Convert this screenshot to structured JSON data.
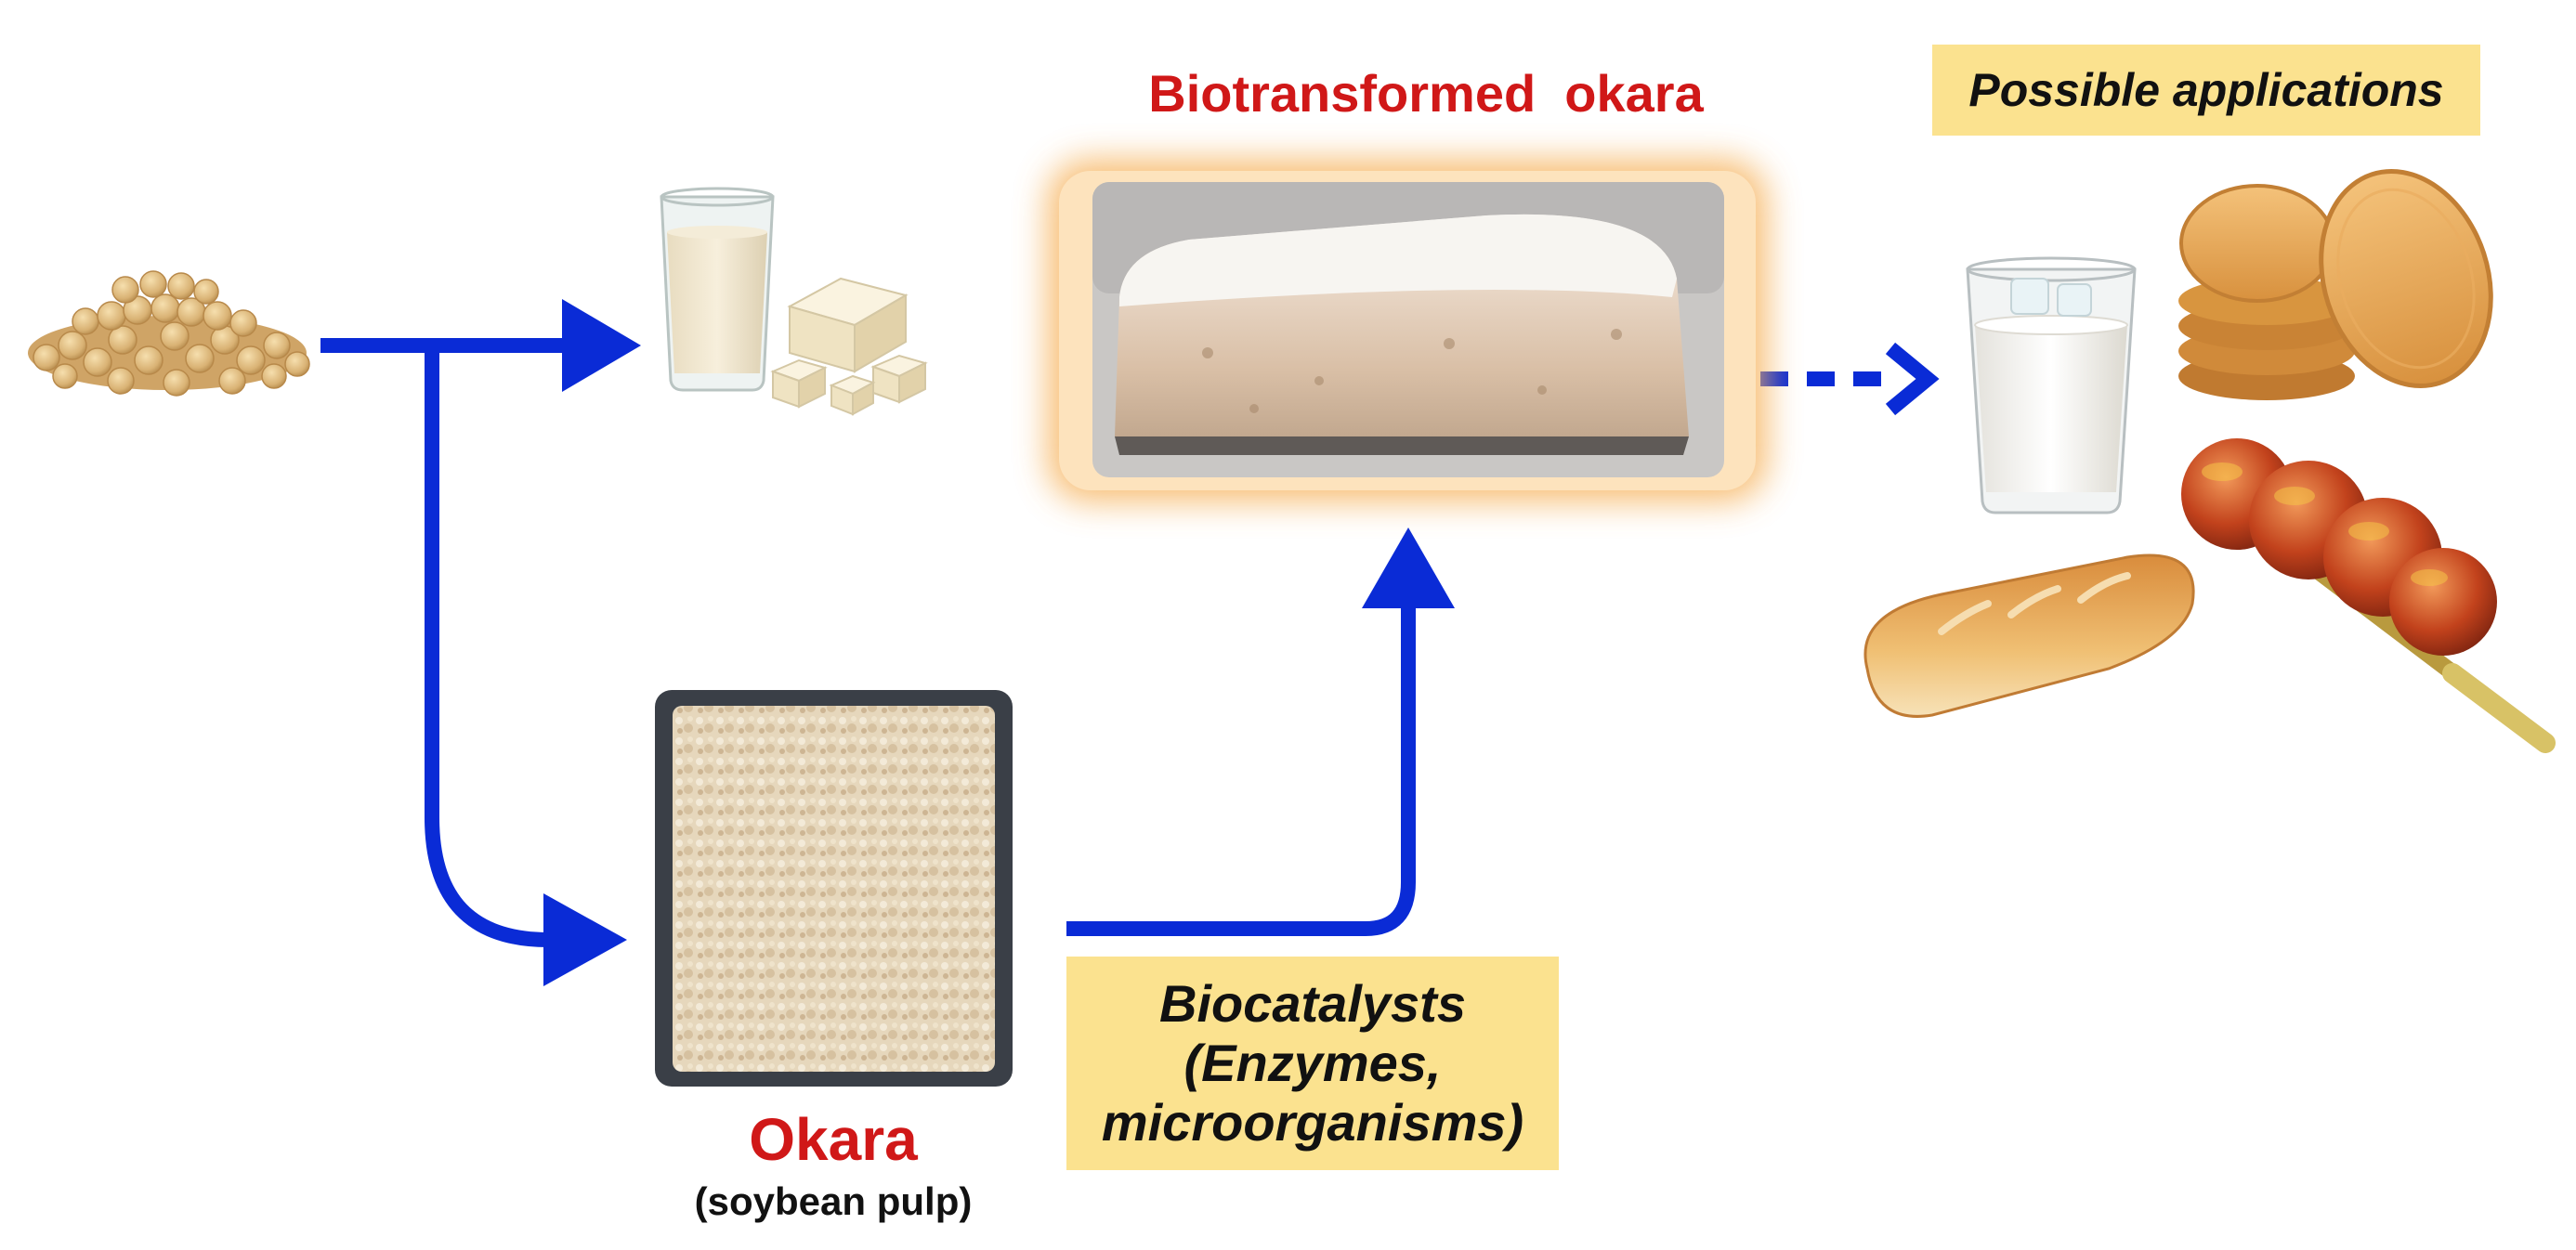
{
  "labels": {
    "biotransformed": "Biotransformed  okara",
    "applications": "Possible applications",
    "okara": "Okara",
    "okara_sub": "(soybean pulp)",
    "biocatalysts_line1": "Biocatalysts",
    "biocatalysts_line2": "(Enzymes,",
    "biocatalysts_line3": "microorganisms)"
  },
  "colors": {
    "arrow": "#0a2bd6",
    "label_red": "#d01818",
    "box_yellow": "#fbe28f",
    "glow": "#f6b25c"
  },
  "images": [
    "soybeans-pile",
    "soy-milk-glass",
    "tofu-cubes",
    "biotransformed-okara-block",
    "okara-pulp-tray",
    "milk-glass",
    "cookies-stack",
    "bread-loaf",
    "meatball-skewer"
  ]
}
